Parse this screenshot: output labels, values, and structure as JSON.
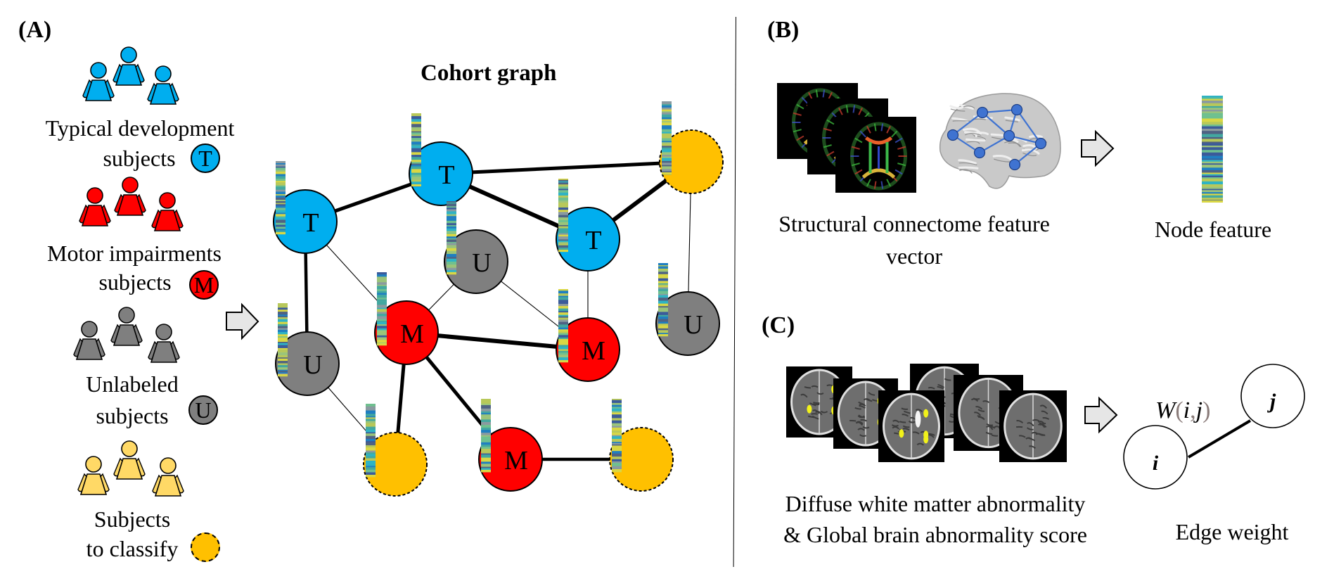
{
  "colors": {
    "typical": "#00aeef",
    "motor": "#ff0000",
    "unlabeled": "#7f7f7f",
    "classify": "#ffc000",
    "classify_people": "#ffd966",
    "arrow_fill": "#e6e6e6",
    "brain_node": "#3f73d1",
    "weight_paren": "#8a7c7a",
    "feature_palette": [
      "#d9d744",
      "#42a8a0",
      "#1f7fc1",
      "#4f6283",
      "#6fc08f",
      "#8a9aa0",
      "#2fb3c4",
      "#9bc47a",
      "#3b5b9a",
      "#b8c85a"
    ]
  },
  "panel_a": {
    "label": "(A)",
    "legend": [
      {
        "group": "typical",
        "line1": "Typical development",
        "line2": "subjects",
        "badge": "T"
      },
      {
        "group": "motor",
        "line1": "Motor impairments",
        "line2": "subjects",
        "badge": "M"
      },
      {
        "group": "unlabeled",
        "line1": "Unlabeled",
        "line2": "subjects",
        "badge": "U"
      },
      {
        "group": "classify",
        "line1": "Subjects",
        "line2": "to classify",
        "badge": ""
      }
    ],
    "graph": {
      "title": "Cohort graph",
      "nodes": [
        {
          "id": "t1",
          "type": "typical",
          "label": "T"
        },
        {
          "id": "t2",
          "type": "typical",
          "label": "T"
        },
        {
          "id": "t3",
          "type": "typical",
          "label": "T"
        },
        {
          "id": "y1",
          "type": "classify",
          "label": ""
        },
        {
          "id": "u1",
          "type": "unlabeled",
          "label": "U"
        },
        {
          "id": "u2",
          "type": "unlabeled",
          "label": "U"
        },
        {
          "id": "u3",
          "type": "unlabeled",
          "label": "U"
        },
        {
          "id": "m1",
          "type": "motor",
          "label": "M"
        },
        {
          "id": "m2",
          "type": "motor",
          "label": "M"
        },
        {
          "id": "m3",
          "type": "motor",
          "label": "M"
        },
        {
          "id": "y2",
          "type": "classify",
          "label": ""
        },
        {
          "id": "y3",
          "type": "classify",
          "label": ""
        }
      ],
      "edges": [
        {
          "from": "t1",
          "to": "t2",
          "strength": "strong"
        },
        {
          "from": "t2",
          "to": "y1",
          "strength": "strong"
        },
        {
          "from": "t2",
          "to": "t3",
          "strength": "strong"
        },
        {
          "from": "t3",
          "to": "y1",
          "strength": "strong"
        },
        {
          "from": "t1",
          "to": "u1",
          "strength": "strong"
        },
        {
          "from": "t1",
          "to": "m1",
          "strength": "weak"
        },
        {
          "from": "u2",
          "to": "m1",
          "strength": "weak"
        },
        {
          "from": "u2",
          "to": "m2",
          "strength": "weak"
        },
        {
          "from": "t3",
          "to": "m2",
          "strength": "weak"
        },
        {
          "from": "y1",
          "to": "u3",
          "strength": "weak"
        },
        {
          "from": "m1",
          "to": "m2",
          "strength": "strong"
        },
        {
          "from": "m1",
          "to": "y2",
          "strength": "strong"
        },
        {
          "from": "m1",
          "to": "m3",
          "strength": "strong"
        },
        {
          "from": "u1",
          "to": "y2",
          "strength": "weak"
        },
        {
          "from": "m3",
          "to": "y3",
          "strength": "strong"
        }
      ]
    }
  },
  "panel_b": {
    "label": "(B)",
    "caption_line1": "Structural connectome feature",
    "caption_line2": "vector",
    "node_feature_label": "Node feature"
  },
  "panel_c": {
    "label": "(C)",
    "caption_line1": "Diffuse white matter abnormality",
    "caption_line2": "& Global brain abnormality score",
    "edge_label": "Edge weight",
    "weight_symbol": "W",
    "weight_open": "(",
    "weight_i": "i",
    "weight_comma": ",",
    "weight_j": "j",
    "weight_close": ")",
    "node_i": "i",
    "node_j": "j"
  }
}
